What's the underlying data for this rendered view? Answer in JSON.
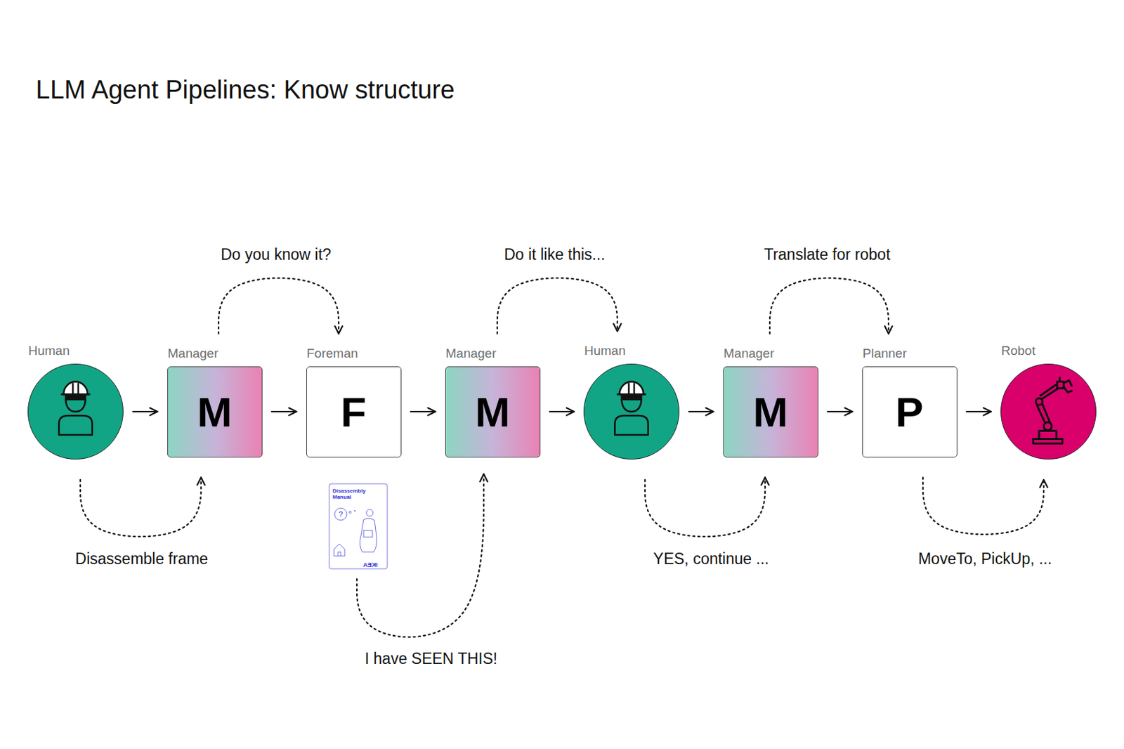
{
  "diagram": {
    "title": "LLM Agent Pipelines: Know structure",
    "nodes": [
      {
        "text": [
          "Human"
        ]
      },
      {
        "text": [
          "Manager",
          "M"
        ]
      },
      {
        "text": [
          "Foreman",
          "F"
        ]
      },
      {
        "text": [
          "Manager",
          "M"
        ]
      },
      {
        "text": [
          "Human"
        ]
      },
      {
        "text": [
          "Manager",
          "M"
        ]
      },
      {
        "text": [
          "Planner",
          "P"
        ]
      },
      {
        "text": [
          "Robot"
        ]
      }
    ],
    "edges": [
      {
        "from": 0,
        "to": 1,
        "arrow": "to"
      },
      {
        "from": 1,
        "to": 2,
        "arrow": "to"
      },
      {
        "from": 2,
        "to": 3,
        "arrow": "to"
      },
      {
        "from": 3,
        "to": 4,
        "arrow": "to"
      },
      {
        "from": 4,
        "to": 5,
        "arrow": "to"
      },
      {
        "from": 5,
        "to": 6,
        "arrow": "to"
      },
      {
        "from": 6,
        "to": 7,
        "arrow": "to"
      },
      {
        "from": 0,
        "to": 1,
        "label": "Disassemble frame",
        "arrow": "to"
      },
      {
        "from": 1,
        "to": 2,
        "label": "Do you know it?",
        "arrow": "to"
      },
      {
        "from": 2,
        "to": 3,
        "label": "I have SEEN THIS!",
        "arrow": "to"
      },
      {
        "from": 3,
        "to": 4,
        "label": "Do it like this...",
        "arrow": "to"
      },
      {
        "from": 4,
        "to": 5,
        "label": "YES, continue ...",
        "arrow": "to"
      },
      {
        "from": 5,
        "to": 6,
        "label": "Translate for robot",
        "arrow": "to"
      },
      {
        "from": 6,
        "to": 7,
        "label": "MoveTo, PickUp, ...",
        "arrow": "to"
      }
    ],
    "labels": [
      "Disassembly Manual",
      "?",
      "IKEA"
    ]
  }
}
